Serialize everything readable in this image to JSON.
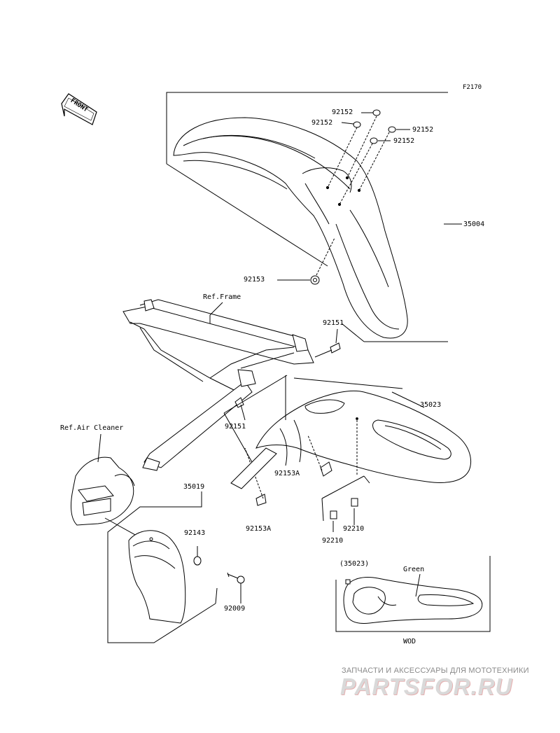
{
  "figure_code": "F2170",
  "direction_marker": "FRONT",
  "labels": {
    "p92152a": "92152",
    "p92152b": "92152",
    "p92152c": "92152",
    "p92152d": "92152",
    "p35004": "35004",
    "p92153": "92153",
    "ref_frame": "Ref.Frame",
    "p92151a": "92151",
    "p35023": "35023",
    "p92151b": "92151",
    "ref_air_cleaner": "Ref.Air Cleaner",
    "p92153a1": "92153A",
    "p35019": "35019",
    "p92143": "92143",
    "p92210a": "92210",
    "p92210b": "92210",
    "p92153a2": "92153A",
    "p92009": "92009",
    "p35023_variant": "(35023)",
    "color_green": "Green",
    "variant_code": "WOD"
  },
  "watermark": {
    "subtitle": "ЗАПЧАСТИ И АКСЕССУАРЫ ДЛЯ МОТОТЕХНИКИ",
    "brand": "PARTSFOR.RU"
  }
}
